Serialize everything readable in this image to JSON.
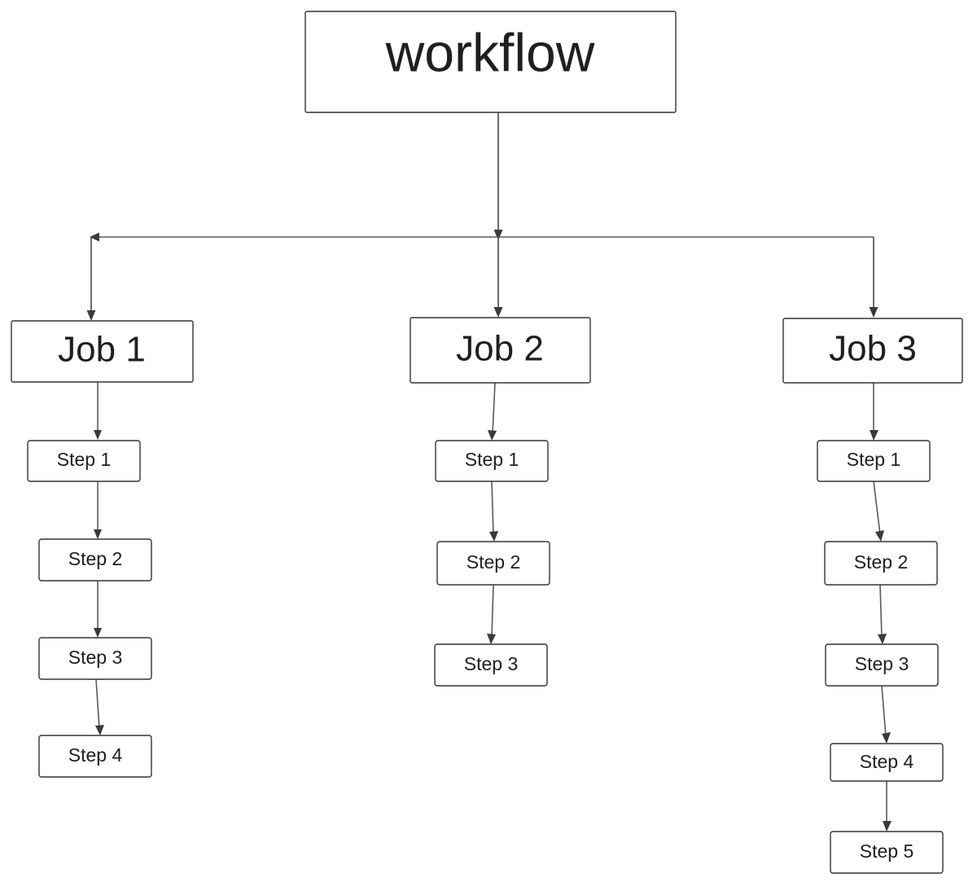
{
  "diagram": {
    "type": "flowchart",
    "orientation": "top-down",
    "background_color": "#ffffff",
    "node_fill_color": "#ffffff",
    "node_border_color": "#333333",
    "edge_color": "#5a5a5a",
    "text_color": "#1f1f1f",
    "root": {
      "id": "workflow",
      "label": "workflow"
    },
    "jobs": [
      {
        "id": "job-1",
        "label": "Job 1",
        "steps": [
          {
            "id": "job-1-step-1",
            "label": "Step 1"
          },
          {
            "id": "job-1-step-2",
            "label": "Step 2"
          },
          {
            "id": "job-1-step-3",
            "label": "Step 3"
          },
          {
            "id": "job-1-step-4",
            "label": "Step 4"
          }
        ]
      },
      {
        "id": "job-2",
        "label": "Job 2",
        "steps": [
          {
            "id": "job-2-step-1",
            "label": "Step 1"
          },
          {
            "id": "job-2-step-2",
            "label": "Step 2"
          },
          {
            "id": "job-2-step-3",
            "label": "Step 3"
          }
        ]
      },
      {
        "id": "job-3",
        "label": "Job 3",
        "steps": [
          {
            "id": "job-3-step-1",
            "label": "Step 1"
          },
          {
            "id": "job-3-step-2",
            "label": "Step 2"
          },
          {
            "id": "job-3-step-3",
            "label": "Step 3"
          },
          {
            "id": "job-3-step-4",
            "label": "Step 4"
          },
          {
            "id": "job-3-step-5",
            "label": "Step 5"
          }
        ]
      }
    ]
  }
}
